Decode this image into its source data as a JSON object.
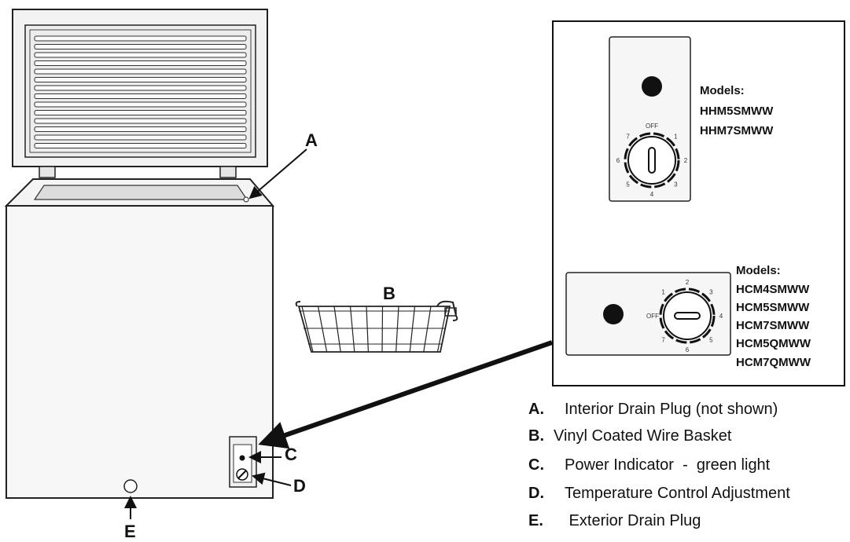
{
  "callouts": {
    "a": "A",
    "b": "B",
    "c": "C",
    "d": "D",
    "e": "E"
  },
  "inset": {
    "panel1": {
      "heading": "Models:",
      "models": [
        "HHM5SMWW",
        "HHM7SMWW"
      ],
      "dial_off": "OFF",
      "dial_numbers": [
        "1",
        "2",
        "3",
        "4",
        "5",
        "6",
        "7"
      ]
    },
    "panel2": {
      "heading": "Models:",
      "models": [
        "HCM4SMWW",
        "HCM5SMWW",
        "HCM7SMWW",
        "HCM5QMWW",
        "HCM7QMWW"
      ],
      "dial_off": "OFF",
      "dial_numbers": [
        "1",
        "2",
        "3",
        "4",
        "5",
        "6",
        "7"
      ]
    }
  },
  "legend": [
    {
      "letter": "A.",
      "text": "Interior Drain Plug (not shown)"
    },
    {
      "letter": "B.",
      "text": "Vinyl Coated Wire Basket"
    },
    {
      "letter": "C.",
      "text": "Power Indicator  -  green light"
    },
    {
      "letter": "D.",
      "text": "Temperature Control Adjustment"
    },
    {
      "letter": "E.",
      "text": " Exterior Drain Plug"
    }
  ]
}
